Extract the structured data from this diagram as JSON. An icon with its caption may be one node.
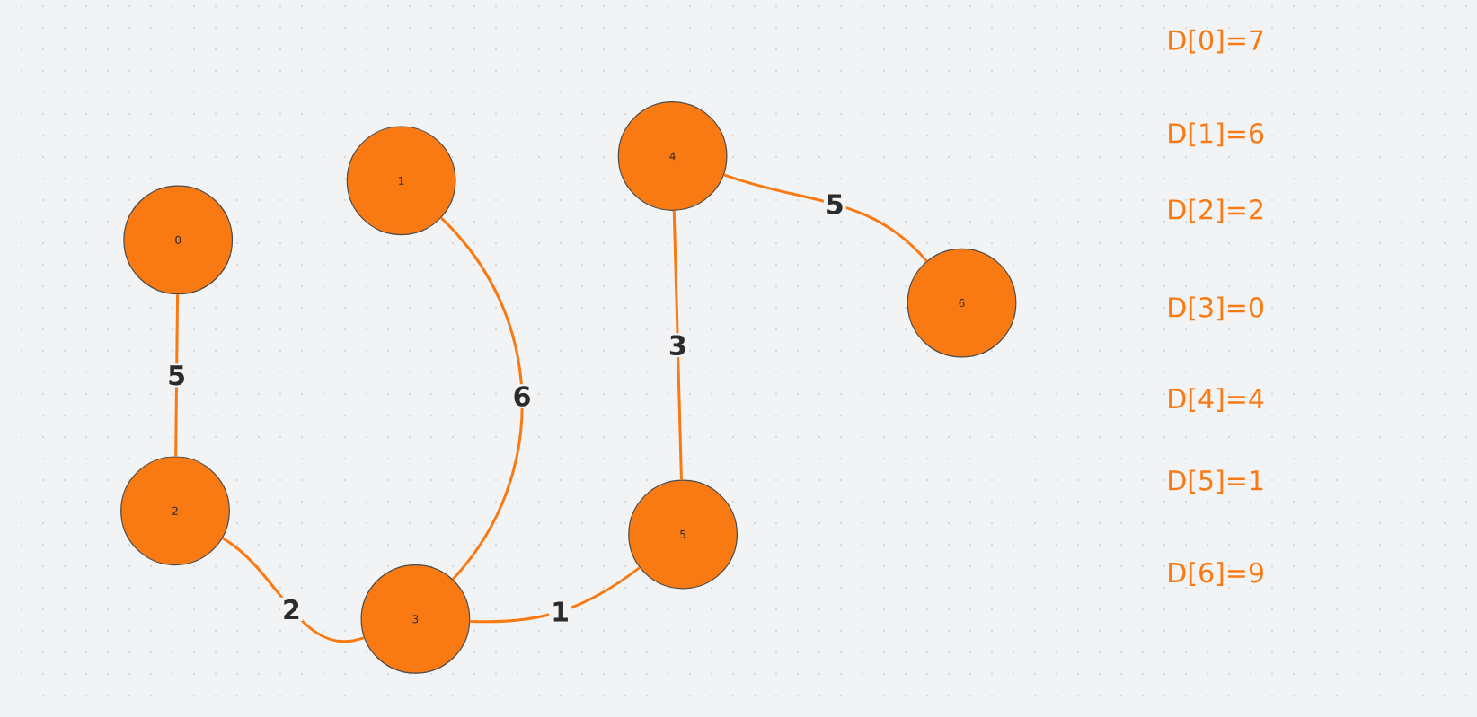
{
  "diagram": {
    "nodes": [
      {
        "text": [
          "0"
        ]
      },
      {
        "text": [
          "1"
        ]
      },
      {
        "text": [
          "2"
        ]
      },
      {
        "text": [
          "3"
        ]
      },
      {
        "text": [
          "4"
        ]
      },
      {
        "text": [
          "5"
        ]
      },
      {
        "text": [
          "6"
        ]
      }
    ],
    "edges": [
      {
        "from": 0,
        "to": 2,
        "arrow": "none",
        "label": "5"
      },
      {
        "from": 1,
        "to": 3,
        "arrow": "none",
        "label": "6"
      },
      {
        "from": 2,
        "to": 3,
        "arrow": "none",
        "label": "2"
      },
      {
        "from": 3,
        "to": 5,
        "arrow": "none",
        "label": "1"
      },
      {
        "from": 4,
        "to": 5,
        "arrow": "none",
        "label": "3"
      },
      {
        "from": 4,
        "to": 6,
        "arrow": "none",
        "label": "5"
      }
    ],
    "labels": [
      "D[0]=7",
      "D[1]=6",
      "D[2]=2",
      "D[3]=0",
      "D[4]=4",
      "D[5]=1",
      "D[6]=9"
    ]
  }
}
